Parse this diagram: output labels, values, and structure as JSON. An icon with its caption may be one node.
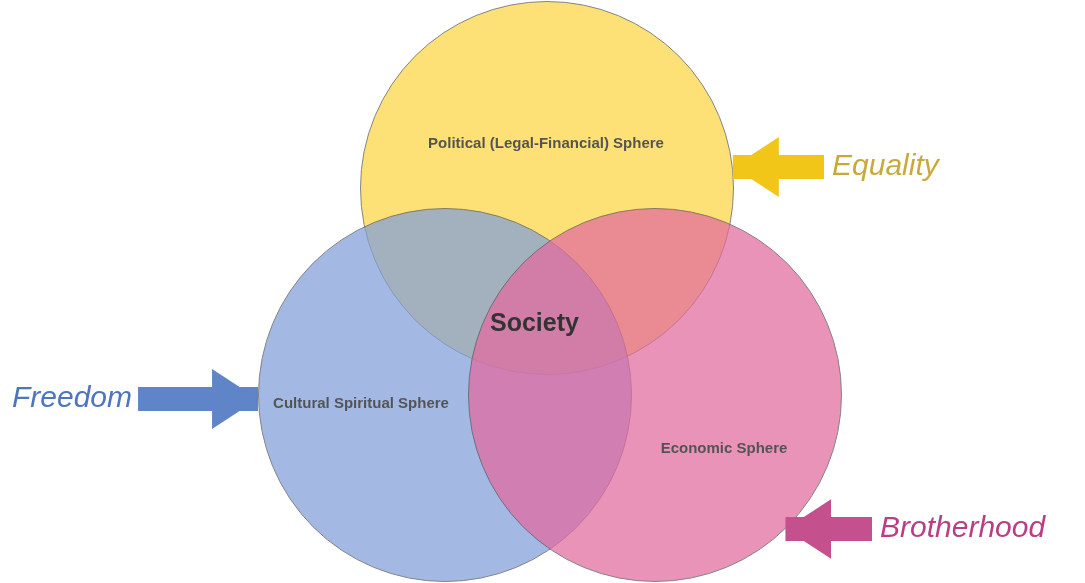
{
  "diagram": {
    "nodes": [
      {
        "text": [
          "Political (Legal-Financial) Sphere"
        ]
      },
      {
        "text": [
          "Cultural Spiritual Sphere"
        ]
      },
      {
        "text": [
          "Economic Sphere"
        ]
      },
      {
        "text": [
          "Equality"
        ]
      },
      {
        "text": [
          "Freedom"
        ]
      },
      {
        "text": [
          "Brotherhood"
        ]
      }
    ],
    "edges": [
      {
        "from": 3,
        "to": 0,
        "arrow": "to",
        "color": "#f2c519"
      },
      {
        "from": 4,
        "to": 1,
        "arrow": "to",
        "color": "#5f84c8"
      },
      {
        "from": 5,
        "to": 2,
        "arrow": "to",
        "color": "#c4508e"
      }
    ],
    "labels": [
      "Society"
    ]
  }
}
